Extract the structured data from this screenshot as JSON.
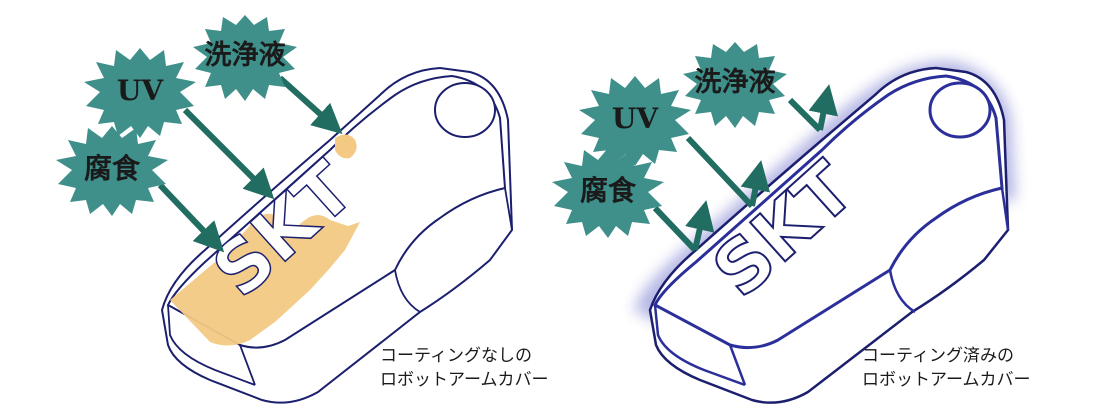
{
  "left_panel": {
    "labels": {
      "uv": "UV",
      "wash": "洗浄液",
      "corrosion": "腐食"
    },
    "logo": "SKT",
    "caption": {
      "line1": "コーティングなしの",
      "line2": "ロボットアームカバー"
    }
  },
  "right_panel": {
    "labels": {
      "uv": "UV",
      "wash": "洗浄液",
      "corrosion": "腐食"
    },
    "logo": "SKT",
    "caption": {
      "line1": "コーティング済みの",
      "line2": "ロボットアームカバー"
    }
  },
  "colors": {
    "burst": "#3f8f8a",
    "arrow": "#226d62",
    "outline": "#1c1f6e",
    "damage": "#f3c983",
    "coating": "#5b5fc4"
  }
}
